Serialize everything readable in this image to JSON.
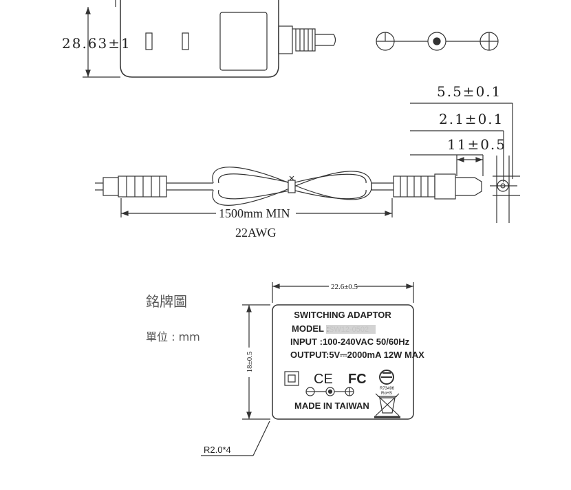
{
  "dimensions": {
    "plug_height": "28.63±1",
    "dc_outer": "5.5±0.1",
    "dc_inner": "2.1±0.1",
    "dc_length": "11±0.5",
    "cable_length": "1500mm MIN",
    "cable_gauge": "22AWG",
    "label_width": "22.6±0.5",
    "label_height": "18±0.5",
    "corner_radius": "R2.0*4"
  },
  "label": {
    "title": "SWITCHING ADAPTOR",
    "model_prefix": "MODEL :",
    "model_value": "SW12-0502",
    "input": "INPUT :100-240VAC 50/60Hz",
    "output": "OUTPUT:5V⎓2000mA 12W MAX",
    "ce": "CE",
    "fc": "FC",
    "bsmi_code": "R73496",
    "rohs": "RoHS",
    "made_in": "MADE IN TAIWAN"
  },
  "legend": {
    "nameplate": "銘牌圖",
    "unit": "單位 : mm"
  }
}
